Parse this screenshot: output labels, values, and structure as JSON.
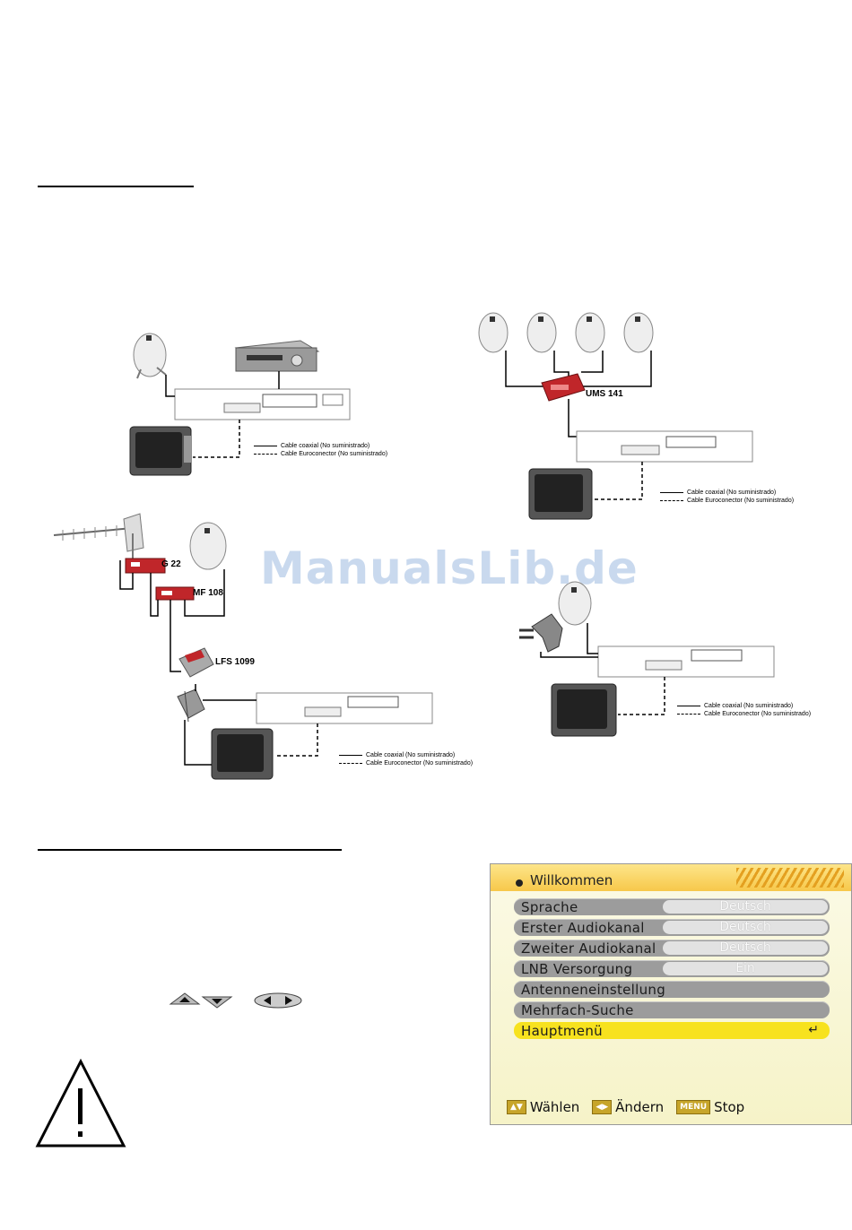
{
  "labels": {
    "ums141": "UMS 141",
    "g22": "G 22",
    "mf108": "MF 108",
    "lfs1099": "LFS 1099"
  },
  "legends": {
    "diagram1": {
      "coax": "Cable coaxial (No suministrado)",
      "euro": "Cable Euroconector (No suministrado)"
    },
    "diagram2": {
      "coax": "Cable coaxial (No suministrado)",
      "euro": "Cable Euroconector (No suministrado)"
    },
    "diagram3": {
      "coax": "Cable coaxial (No suministrado)",
      "euro": "Cable Euroconector (No suministrado)"
    },
    "diagram4": {
      "coax": "Cable coaxial (No suministrado)",
      "euro": "Cable Euroconector (No suministrado)"
    }
  },
  "watermark": "ManualsLib.de",
  "osd": {
    "title": "Willkommen",
    "items": [
      {
        "label": "Sprache",
        "value": "Deutsch"
      },
      {
        "label": "Erster  Audiokanal",
        "value": "Deutsch"
      },
      {
        "label": "Zweiter  Audiokanal",
        "value": "Deutsch"
      },
      {
        "label": "LNB  Versorgung",
        "value": "Ein"
      },
      {
        "label": "Antenneneinstellung"
      },
      {
        "label": "Mehrfach-Suche"
      },
      {
        "label": "Hauptmenü",
        "selected": true
      }
    ],
    "footer": {
      "key1": "▲▼",
      "select": "Wählen",
      "key2": "◀▶",
      "change": "Ändern",
      "key3": "MENU",
      "stop": "Stop"
    },
    "enter_icon": "↵"
  },
  "colors": {
    "osd_highlight": "#f7e21e",
    "osd_bar": "#9c9c9c",
    "red_device": "#c0262a"
  }
}
